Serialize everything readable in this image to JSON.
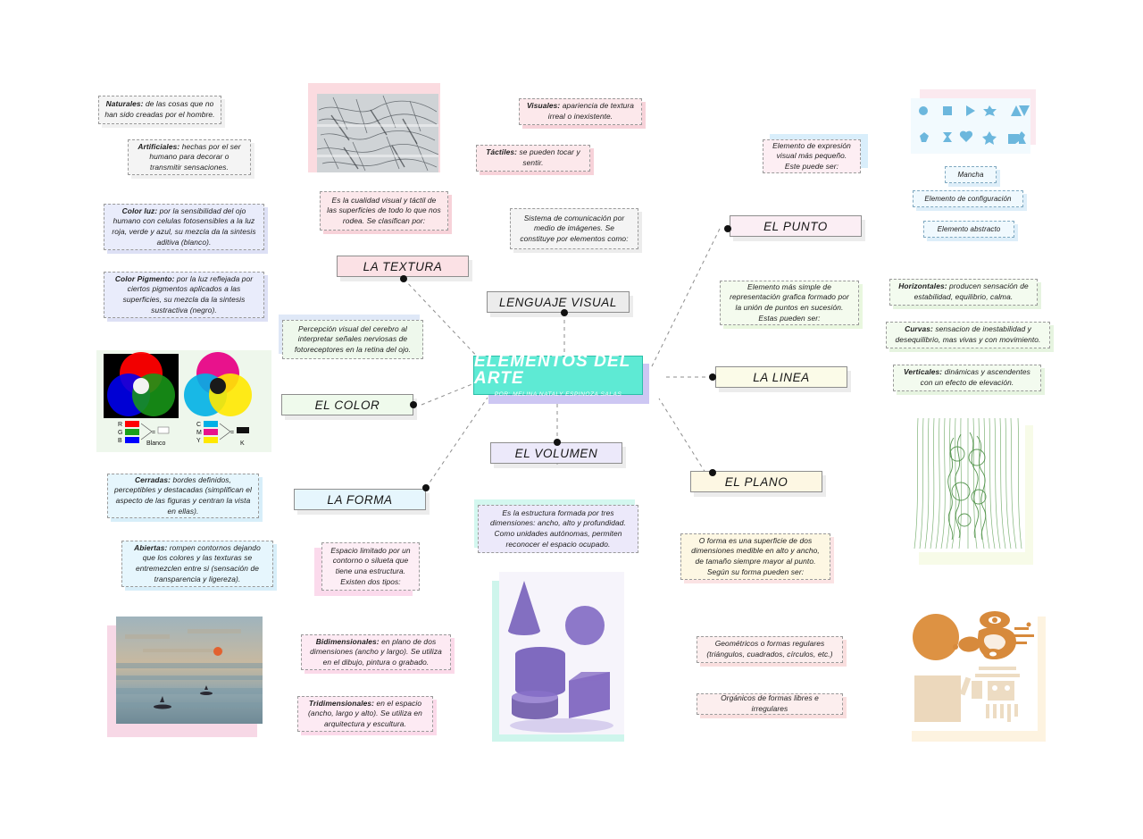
{
  "center": {
    "title": "ELEMENTOS DEL ARTE",
    "byline": "POR: MELINA NATALY ESPINOZA SALAS"
  },
  "nodes": {
    "lenguaje_visual": "LENGUAJE VISUAL",
    "la_textura": "LA TEXTURA",
    "el_color": "EL COLOR",
    "la_forma": "LA FORMA",
    "el_volumen": "EL VOLUMEN",
    "el_punto": "EL PUNTO",
    "la_linea": "LA LINEA",
    "el_plano": "EL PLANO"
  },
  "notes": {
    "lenguaje_desc": "Sistema de comunicación por medio de imágenes. Se constituye por elementos como:",
    "textura_desc": "Es la cualidad visual y táctil de las superficies de todo lo que nos rodea. Se clasifican por:",
    "visuales_lead": "Visuales:",
    "visuales_rest": " apariencia de textura irreal o inexistente.",
    "tactiles_lead": "Táctiles:",
    "tactiles_rest": " se pueden tocar y sentir.",
    "naturales_lead": "Naturales:",
    "naturales_rest": " de las cosas que no han sido creadas por el hombre.",
    "artificiales_lead": "Artificiales:",
    "artificiales_rest": " hechas por el ser humano para decorar o transmitir sensaciones.",
    "color_desc": "Percepción visual del cerebro al interpretar señales nerviosas de fotoreceptores en la retina del ojo.",
    "colorluz_lead": "Color luz:",
    "colorluz_rest": " por la sensibilidad del ojo humano con celulas fotosensibles a la luz roja, verde y azul, su mezcla da la sintesis aditiva (blanco).",
    "colorpigmento_lead": "Color Pigmento:",
    "colorpigmento_rest": " por la luz reflejada por ciertos pigmentos aplicados a las superficies, su mezcla da la sintesis sustractiva (negro).",
    "forma_desc": "Espacio limitado por un contorno o silueta que tiene una estructura. Existen dos tipos:",
    "bidimensionales_lead": "Bidimensionales:",
    "bidimensionales_rest": " en plano de dos dimensiones (ancho y largo). Se utiliza en el dibujo, pintura o grabado.",
    "tridimensionales_lead": "Tridimensionales:",
    "tridimensionales_rest": " en el espacio (ancho, largo y alto). Se utiliza en arquitectura y escultura.",
    "cerradas_lead": "Cerradas:",
    "cerradas_rest": " bordes definidos, perceptibles y destacadas (simplifican el aspecto de las figuras y centran la vista en ellas).",
    "abiertas_lead": "Abiertas:",
    "abiertas_rest": " rompen contornos dejando que los colores y las texturas se entremezclen entre si (sensación de transparencia y ligereza).",
    "volumen_desc": "Es la estructura formada por tres dimensiones: ancho, alto y profundidad. Como unidades autónomas,  permiten reconocer el espacio ocupado.",
    "punto_desc": "Elemento de expresión visual más pequeño. Este puede ser:",
    "mancha": "Mancha",
    "elemento_configuracion": "Elemento de configuración",
    "elemento_abstracto": "Elemento abstracto",
    "linea_desc": "Elemento más simple de representación grafica formado por la unión de puntos en sucesión. Estas pueden ser:",
    "horizontales_lead": "Horizontales:",
    "horizontales_rest": " producen sensación de estabilidad, equilibrio, calma.",
    "curvas_lead": "Curvas:",
    "curvas_rest": " sensacion de inestabilidad y desequilibrio, mas vivas y con movimiento.",
    "verticales_lead": "Verticales:",
    "verticales_rest": " dinámicas y ascendentes con un efecto de elevación.",
    "plano_desc": "O forma es una superficie de dos dimensiones medible en alto y ancho, de tamaño siempre mayor al punto. Según su forma pueden ser:",
    "geometricos": "Geométricos o formas regulares (triángulos, cuadrados, círculos, etc.)",
    "organicos": "Orgánicos de formas libres e irregulares"
  },
  "images": {
    "texture_photo": "texture-photograph",
    "color_wheels": "rgb-cmyk-color-wheels",
    "monet_painting": "impressionist-painting",
    "volume_drawing": "geometric-solids-drawing",
    "blue_shapes": "blue-point-shapes-grid",
    "green_lines": "green-vertical-lines-artwork",
    "orange_shapes": "orange-geometric-plane-shapes"
  },
  "color_wheel_legend": {
    "additive": [
      "R",
      "G",
      "B"
    ],
    "additive_result": "Blanco",
    "subtractive": [
      "C",
      "M",
      "Y"
    ],
    "subtractive_result": "K"
  },
  "colors": {
    "center_fill": "#5eead4",
    "center_shadow": "#cdc7f3",
    "pink": "#fbe1e5",
    "pink_light": "#fdeef1",
    "green": "#effaec",
    "blue": "#e6f6fd",
    "lavender": "#ece9fa",
    "cream": "#fdf7e3",
    "gray": "#ececec",
    "rose": "#fbe2ef"
  }
}
